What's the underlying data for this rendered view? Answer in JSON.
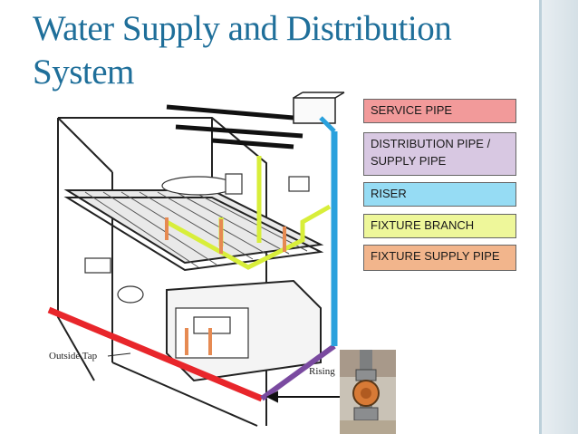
{
  "title": "Water Supply and Distribution System",
  "legend": [
    {
      "label": "SERVICE PIPE",
      "color": "#f29a9a"
    },
    {
      "label": "DISTRIBUTION PIPE / SUPPLY PIPE",
      "color": "#d8c8e2"
    },
    {
      "label": "RISER",
      "color": "#96dcf4"
    },
    {
      "label": "FIXTURE BRANCH",
      "color": "#eef79a"
    },
    {
      "label": "FIXTURE SUPPLY PIPE",
      "color": "#f2b58c"
    }
  ],
  "drawing_labels": {
    "outside_tap": "Outside Tap",
    "rising": "Rising"
  },
  "pipe_colors": {
    "service": "#e8262b",
    "distribution": "#7a4aa0",
    "riser": "#2aa1dd",
    "branch": "#d8ee3a",
    "fixture_supply": "#e68a52"
  }
}
